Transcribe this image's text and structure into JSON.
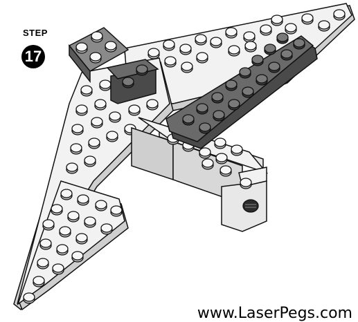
{
  "step": {
    "label": "STEP",
    "number": "17"
  },
  "footer": {
    "website": "www.LaserPegs.com"
  },
  "colors": {
    "light_brick": "#f2f2f2",
    "light_side": "#cfcfcf",
    "dark_brick": "#6a6a6a",
    "dark_side": "#4a4a4a",
    "outline": "#111111",
    "badge": "#000000"
  },
  "illustration": {
    "subject": "LEGO-style plane build assembled from light grey wing plates, a dark grey plate, a dark grey brick and a grey grille brick",
    "icon": "lego-plane-icon"
  }
}
